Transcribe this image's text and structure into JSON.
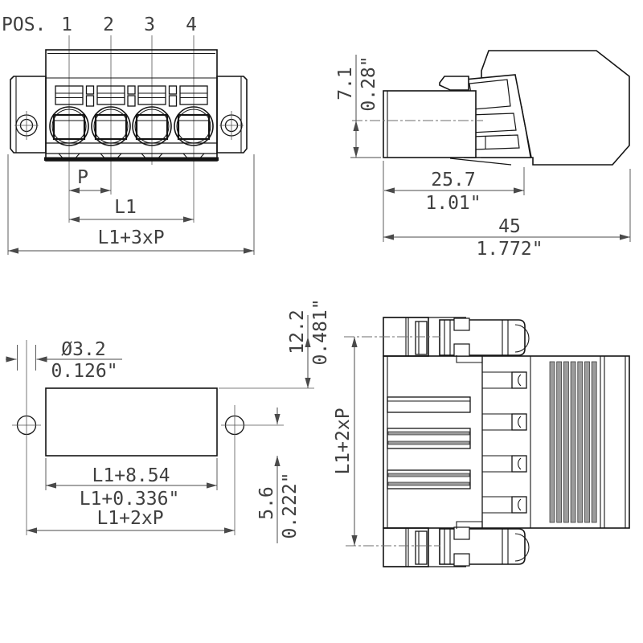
{
  "drawing_type": "connector-technical-drawing",
  "colors": {
    "line": "#141414",
    "dimension": "#4a4a4a",
    "text": "#3f3f3f",
    "hatch": "#9c9c9c",
    "background": "#ffffff"
  },
  "front_view": {
    "pos_label": "POS.",
    "positions": [
      "1",
      "2",
      "3",
      "4"
    ],
    "dim_pitch": "P",
    "dim_l1": "L1",
    "dim_overall": "L1+3xP"
  },
  "side_view": {
    "height_mm": "7.1",
    "height_in": "0.28\"",
    "depth_mm": "25.7",
    "depth_in": "1.01\"",
    "length_mm": "45",
    "length_in": "1.772\""
  },
  "cutout_view": {
    "hole_dia_mm": "Ø3.2",
    "hole_dia_in": "0.126\"",
    "width_mm": "L1+8.54",
    "width_in": "L1+0.336\"",
    "hole_span_label": "L1+2xP",
    "edge_offset_mm": "5.6",
    "edge_offset_in": "0.222\"",
    "flange_offset_mm": "12.2",
    "flange_offset_in": "0.481\""
  },
  "top_view": {
    "span_label": "L1+2xP"
  }
}
